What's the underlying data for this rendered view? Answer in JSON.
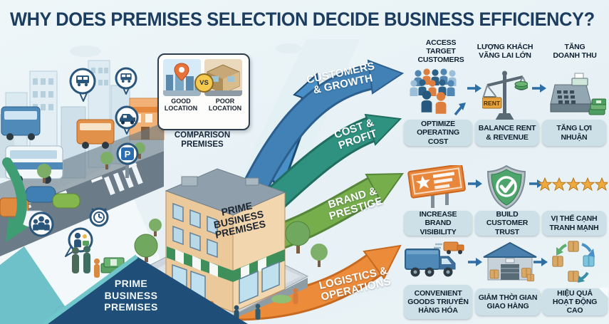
{
  "title": "WHY DOES PREMISES SELECTION DECIDE BUSINESS EFFICIENCY?",
  "comparison": {
    "good_label": "GOOD\nLOCATION",
    "poor_label": "POOR\nLOCATION",
    "vs_label": "VS",
    "caption": "COMPARISON\nPREMISES"
  },
  "building": {
    "sign": "PRIME\nBUSINESS\nPREMISES",
    "banner": "PRIME\nBUSINESS\nPREMISES"
  },
  "left_scene": {
    "parking_letter": "P",
    "badge_icons": [
      "bus-icon",
      "bus-icon",
      "car-icon",
      "parking-icon",
      "people-icon",
      "shopper-icon",
      "clock-icon"
    ]
  },
  "arrows": [
    {
      "label": "CUSTOMERS\n& GROWTH",
      "color": "#4181b5"
    },
    {
      "label": "COST &\nPROFIT",
      "color": "#2f9180"
    },
    {
      "label": "BRAND &\nPRESTIGE",
      "color": "#77ae4c"
    },
    {
      "label": "LOGISTICS &\nOPERATIONS",
      "color": "#ec8b3a"
    }
  ],
  "right_panel": {
    "rent_label": "RENT",
    "row1": {
      "headers": [
        "ACCESS\nTARGET\nCUSTOMERS",
        "LƯỢNG KHÁCH\nVÃNG LAI LỚN",
        "TĂNG\nDOANH THU"
      ],
      "icons": [
        "crowd-icon",
        "balance-scale-icon",
        "cash-register-icon"
      ]
    },
    "row2": {
      "pills": [
        "OPTIMIZE\nOPERATING COST",
        "BALANCE RENT\n& REVENUE",
        "TĂNG LỢI\nNHUẬN"
      ]
    },
    "row3": {
      "icons": [
        "billboard-icon",
        "shield-check-icon",
        "five-stars-icon"
      ],
      "pills": [
        "INCREASE BRAND\nVISIBILITY",
        "BUILD CUSTOMER\nTRUST",
        "VỊ THẾ CẠNH\nTRANH MẠNH"
      ]
    },
    "row4": {
      "icons": [
        "delivery-truck-icon",
        "warehouse-icon",
        "box-cycle-icon"
      ],
      "pills": [
        "CONVENIENT\nGOODS TRIUYỂN\nHÀNG HÓA",
        "GIẢM THỜI GIAN\nGIAO HÀNG",
        "HIỆU QUẢ\nHOẠT ĐỘNG CAO"
      ]
    }
  },
  "colors": {
    "background": "#eaf3f6",
    "title": "#1c3d60",
    "pill_bg": "#cde0e7",
    "banner_bg": "#1f4e78",
    "zigzag_arrow": "#4a90c8",
    "stars": "#efa93d"
  }
}
